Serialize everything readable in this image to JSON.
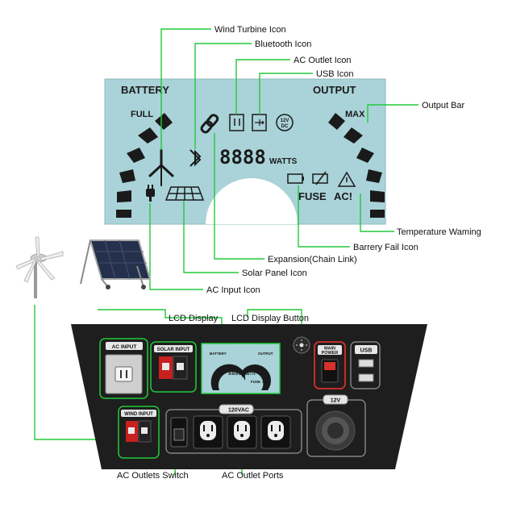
{
  "callouts": {
    "wind_turbine_icon": "Wind Turbine Icon",
    "bluetooth_icon": "Bluetooth Icon",
    "ac_outlet_icon": "AC Outlet Icon",
    "usb_icon": "USB Icon",
    "output_bar": "Output Bar",
    "temperature_warning": "Temperature Waming",
    "battery_fail_icon": "Barrery Fail Icon",
    "expansion_chain_link": "Expansion(Chain Link)",
    "solar_panel_icon": "Solar Panel Icon",
    "ac_input_icon": "AC Input Icon",
    "lcd_display": "LCD Display",
    "lcd_display_button": "LCD Display Button",
    "ac_outlets_switch": "AC Outlets Switch",
    "ac_outlet_ports": "AC Outlet Ports"
  },
  "lcd": {
    "battery": "BATTERY",
    "output": "OUTPUT",
    "full": "FULL",
    "max": "MAX",
    "digits": "8888",
    "watts": "WATTS",
    "fuse": "FUSE",
    "ac_bang": "AC!",
    "dc_12v": "12V",
    "dc": "DC"
  },
  "panel": {
    "ac_input": "AC INPUT",
    "solar_input": "SOLAR INPUT",
    "wind_input": "WIND INPUT",
    "main_power_1": "MAIN",
    "main_power_2": "POWER",
    "usb": "USB",
    "vac_120": "120VAC",
    "v12": "12V",
    "mini_battery": "BATTERY",
    "mini_output": "OUTPUT",
    "mini_digits": "8888",
    "mini_watts": "WATTS",
    "mini_fuse": "FUSE",
    "mini_ac": "AC!"
  },
  "colors": {
    "accent_green": "#22c93a",
    "lcd_bg": "#a9d3d8",
    "panel_body": "#1e1e1e",
    "main_power_red": "#d8302a"
  }
}
